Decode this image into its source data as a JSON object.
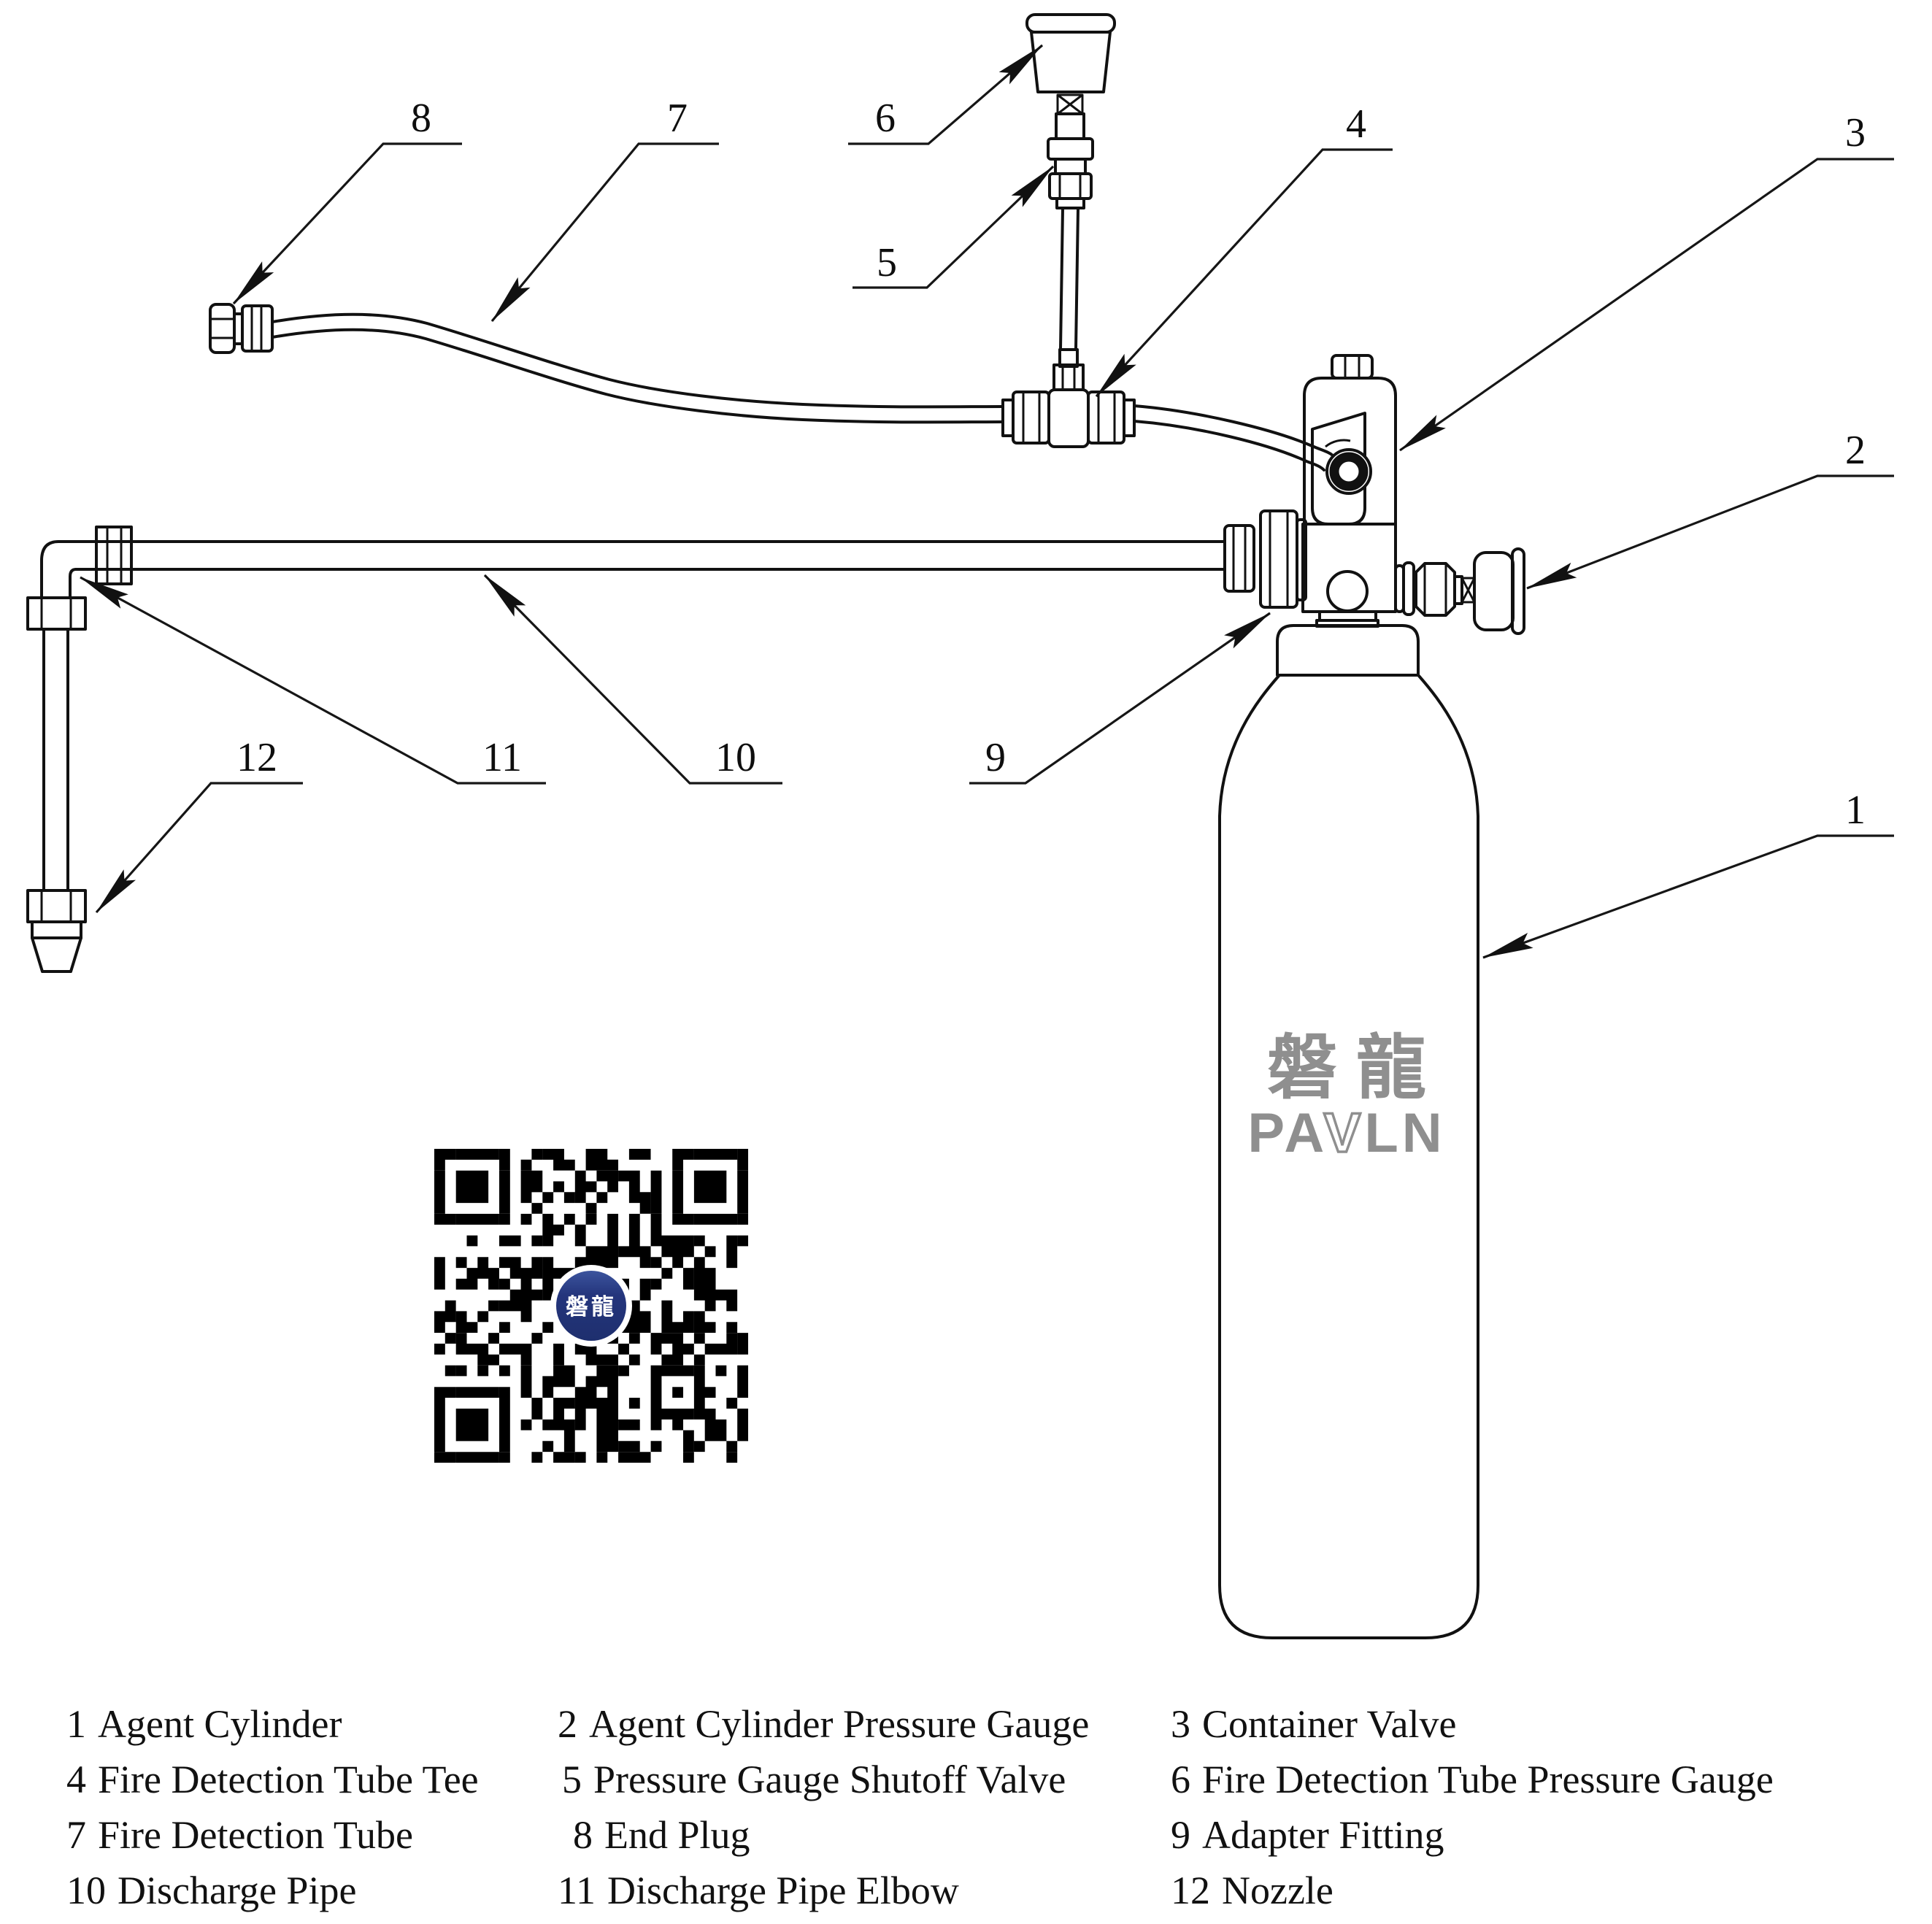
{
  "diagram": {
    "callouts": [
      {
        "number": "1"
      },
      {
        "number": "2"
      },
      {
        "number": "3"
      },
      {
        "number": "4"
      },
      {
        "number": "5"
      },
      {
        "number": "6"
      },
      {
        "number": "7"
      },
      {
        "number": "8"
      },
      {
        "number": "9"
      },
      {
        "number": "10"
      },
      {
        "number": "11"
      },
      {
        "number": "12"
      }
    ]
  },
  "legend": {
    "items": [
      {
        "number": "1",
        "name": "Agent Cylinder"
      },
      {
        "number": "2",
        "name": "Agent Cylinder Pressure Gauge"
      },
      {
        "number": "3",
        "name": "Container Valve"
      },
      {
        "number": "4",
        "name": "Fire Detection Tube Tee"
      },
      {
        "number": "5",
        "name": "Pressure Gauge Shutoff Valve"
      },
      {
        "number": "6",
        "name": "Fire Detection Tube Pressure Gauge"
      },
      {
        "number": "7",
        "name": "Fire Detection Tube"
      },
      {
        "number": "8",
        "name": "End Plug"
      },
      {
        "number": "9",
        "name": "Adapter Fitting"
      },
      {
        "number": "10",
        "name": "Discharge Pipe"
      },
      {
        "number": "11",
        "name": "Discharge Pipe Elbow"
      },
      {
        "number": "12",
        "name": "Nozzle"
      }
    ]
  },
  "brand": {
    "chinese": "磐龍",
    "latin": "PAVLN",
    "latin_parts": [
      "PA",
      "V",
      "LN"
    ]
  },
  "qr": {
    "logo_text": "磐龍"
  },
  "colors": {
    "line": "#111111",
    "brand_gray": "#8f8f8f",
    "qr_logo_blue_dark": "#1e2f6e",
    "qr_logo_blue_light": "#3c549e"
  }
}
